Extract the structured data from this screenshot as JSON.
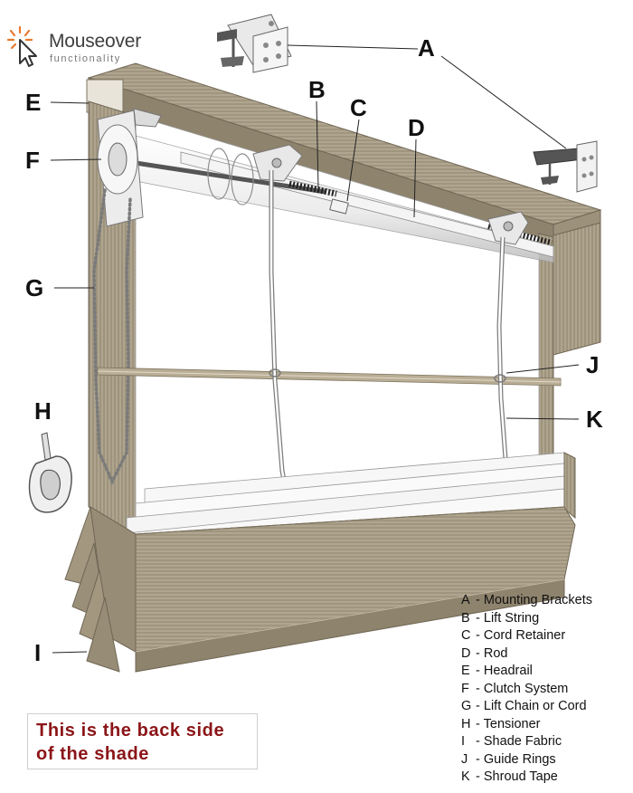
{
  "logo": {
    "title": "Mouseover",
    "subtitle": "functionality",
    "icon": "cursor-sunburst-icon",
    "accent_color": "#e8782c"
  },
  "callouts": [
    "A",
    "B",
    "C",
    "D",
    "E",
    "F",
    "G",
    "H",
    "I",
    "J",
    "K"
  ],
  "legend": [
    {
      "key": "A",
      "label": "Mounting Brackets"
    },
    {
      "key": "B",
      "label": "Lift String"
    },
    {
      "key": "C",
      "label": "Cord Retainer"
    },
    {
      "key": "D",
      "label": "Rod"
    },
    {
      "key": "E",
      "label": "Headrail"
    },
    {
      "key": "F",
      "label": "Clutch System"
    },
    {
      "key": "G",
      "label": "Lift Chain or Cord"
    },
    {
      "key": "H",
      "label": "Tensioner"
    },
    {
      "key": "I",
      "label": "Shade Fabric"
    },
    {
      "key": "J",
      "label": "Guide Rings"
    },
    {
      "key": "K",
      "label": "Shroud Tape"
    }
  ],
  "note": {
    "line1": "This is the back side",
    "line2": "of the shade"
  },
  "colors": {
    "fabric": "#a89c86",
    "fabric_dark": "#8a7f6a",
    "note_text": "#8b1518",
    "metal": "#d8d8d8"
  }
}
